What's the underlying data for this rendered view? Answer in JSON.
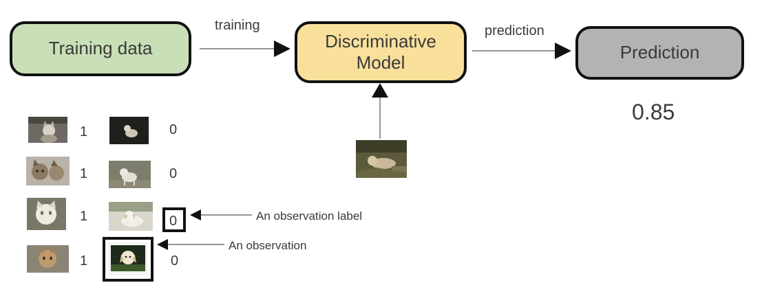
{
  "nodes": {
    "training_data": "Training data",
    "model": "Discriminative Model",
    "prediction": "Prediction"
  },
  "edges": {
    "training": "training",
    "prediction": "prediction"
  },
  "prediction_value": "0.85",
  "rows": [
    {
      "cat_label": "1",
      "dog_label": "0"
    },
    {
      "cat_label": "1",
      "dog_label": "0"
    },
    {
      "cat_label": "1",
      "dog_label": "0"
    },
    {
      "cat_label": "1",
      "dog_label": "0"
    }
  ],
  "annotations": {
    "label": "An observation label",
    "observation": "An observation"
  },
  "colors": {
    "training_fill": "#c9dfb7",
    "model_fill": "#f8e09b",
    "prediction_fill": "#b3b3b3",
    "outline": "#111111"
  },
  "icons": {
    "cat": "cat-photo-thumbnail",
    "dog": "dog-photo-thumbnail",
    "input": "input-photo-thumbnail"
  }
}
